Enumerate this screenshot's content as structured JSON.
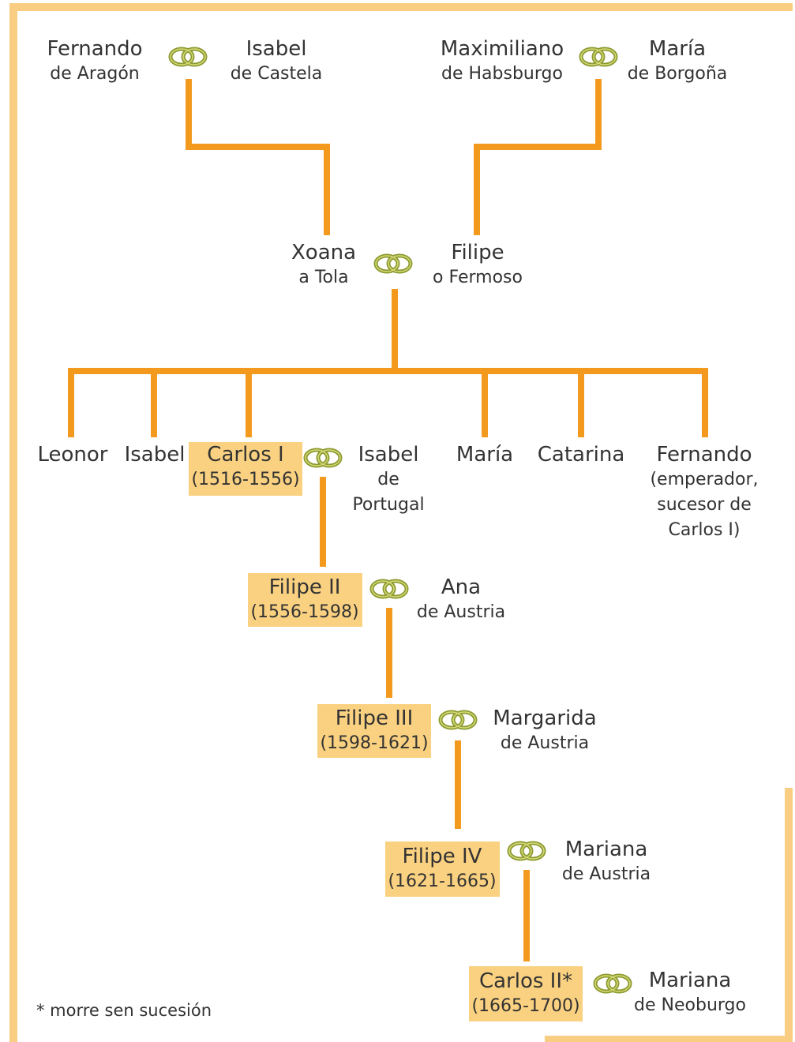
{
  "colors": {
    "background": "#FFF2C8",
    "border": "#F9CE83",
    "line": "#F39A1E",
    "highlight": "#FAD180",
    "rings": "#8C9A2F",
    "text": "#333333"
  },
  "icons": {
    "marriage": "marriage-rings-icon"
  },
  "people": {
    "fernando_aragon": [
      "Fernando",
      "de Aragón"
    ],
    "isabel_castela": [
      "Isabel",
      "de Castela"
    ],
    "maximiliano": [
      "Maximiliano",
      "de Habsburgo"
    ],
    "maria_borgona": [
      "María",
      "de Borgoña"
    ],
    "xoana": [
      "Xoana",
      "a Tola"
    ],
    "filipe_fermoso": [
      "Filipe",
      "o Fermoso"
    ],
    "leonor": [
      "Leonor"
    ],
    "isabel": [
      "Isabel"
    ],
    "carlos_i": [
      "Carlos I",
      "(1516-1556)"
    ],
    "isabel_portugal": [
      "Isabel",
      "de",
      "Portugal"
    ],
    "maria": [
      "María"
    ],
    "catarina": [
      "Catarina"
    ],
    "fernando_emperador": [
      "Fernando",
      "(emperador,",
      "sucesor de",
      "Carlos I)"
    ],
    "filipe_ii": [
      "Filipe II",
      "(1556-1598)"
    ],
    "ana_austria": [
      "Ana",
      "de Austria"
    ],
    "filipe_iii": [
      "Filipe III",
      "(1598-1621)"
    ],
    "margarida_austria": [
      "Margarida",
      "de Austria"
    ],
    "filipe_iv": [
      "Filipe IV",
      "(1621-1665)"
    ],
    "mariana_austria": [
      "Mariana",
      "de Austria"
    ],
    "carlos_ii": [
      "Carlos II*",
      "(1665-1700)"
    ],
    "mariana_neoburgo": [
      "Mariana",
      "de Neoburgo"
    ]
  },
  "footnote": "* morre sen sucesión"
}
